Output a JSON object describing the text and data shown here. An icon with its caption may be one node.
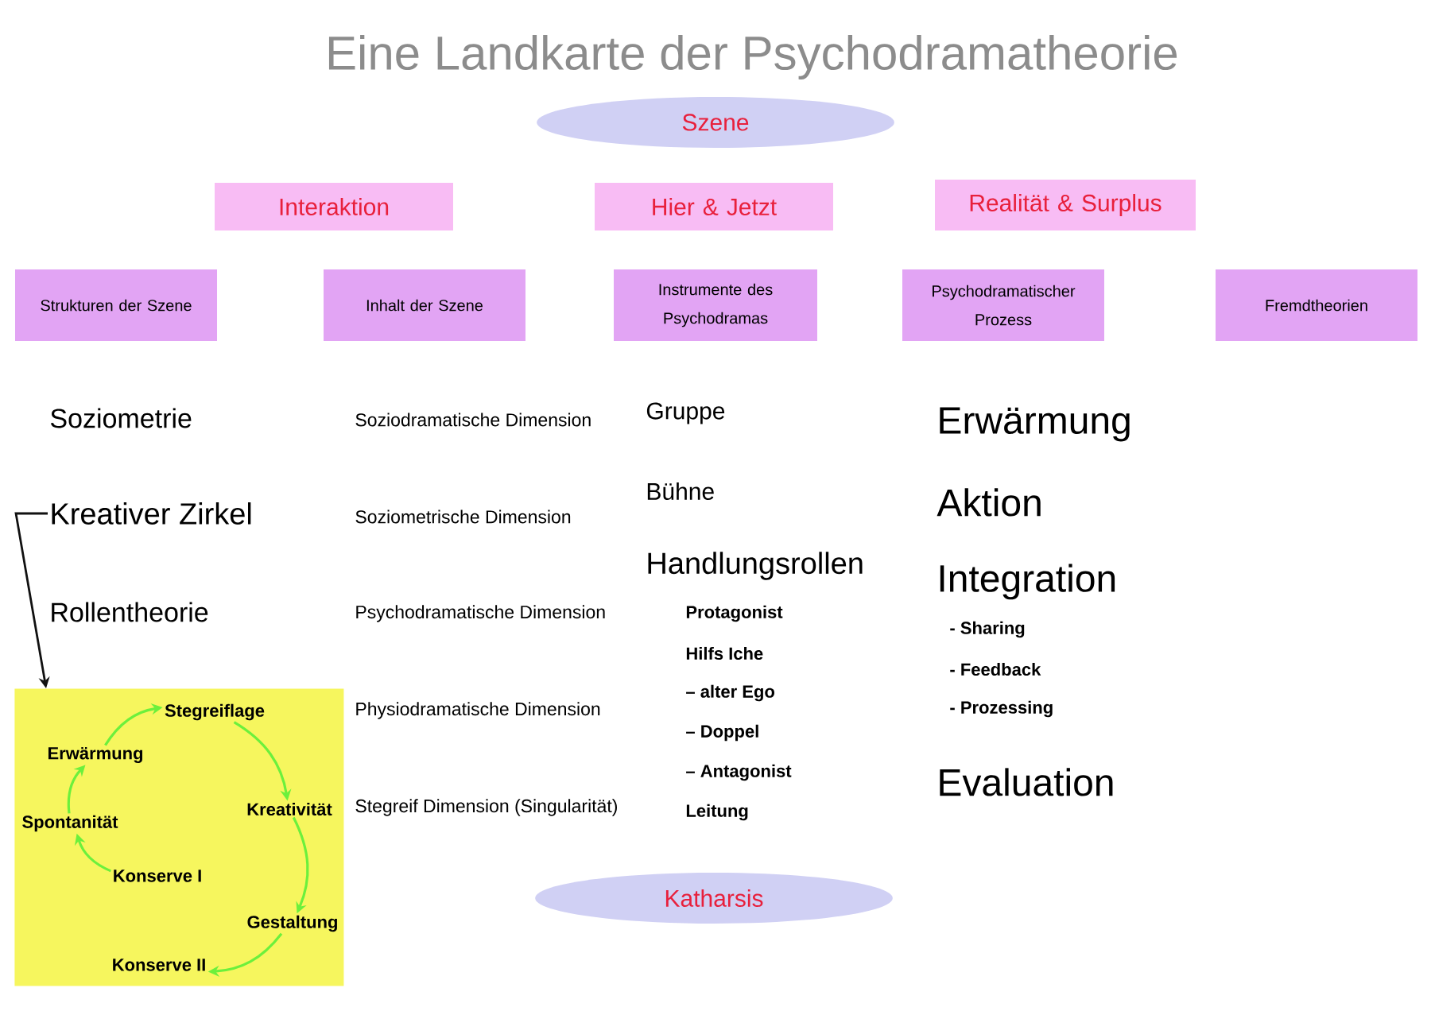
{
  "diagram": {
    "title": "Eine Landkarte der Psychodramatheorie",
    "nodes": [
      {
        "text": [
          "Szene"
        ]
      },
      {
        "text": [
          "Interaktion"
        ]
      },
      {
        "text": [
          "Hier & Jetzt"
        ]
      },
      {
        "text": [
          "Realität & Surplus"
        ]
      },
      {
        "text": [
          "Strukturen der Szene"
        ]
      },
      {
        "text": [
          "Inhalt der Szene"
        ]
      },
      {
        "text": [
          "Instrumente des Psychodramas"
        ]
      },
      {
        "text": [
          "Psychodramatischer Prozess"
        ]
      },
      {
        "text": [
          "Fremdtheorien"
        ]
      },
      {
        "text": [
          "Katharsis"
        ]
      },
      {
        "text": [
          "Kreativer Zirkel"
        ]
      },
      {
        "text": [],
        "shape": "box"
      },
      {
        "text": [
          "Stegreiflage"
        ],
        "in": 11
      },
      {
        "text": [
          "Erwärmung"
        ],
        "in": 11
      },
      {
        "text": [
          "Kreativität"
        ],
        "in": 11
      },
      {
        "text": [
          "Spontanität"
        ],
        "in": 11
      },
      {
        "text": [
          "Konserve I"
        ],
        "in": 11
      },
      {
        "text": [
          "Gestaltung"
        ],
        "in": 11
      },
      {
        "text": [
          "Konserve II"
        ],
        "in": 11
      }
    ],
    "edges": [
      {
        "from": 10,
        "to": 11,
        "arrow": "to",
        "color": "#111111"
      },
      {
        "from": 16,
        "to": 15,
        "arrow": "to"
      },
      {
        "from": 15,
        "to": 13,
        "arrow": "to"
      },
      {
        "from": 13,
        "to": 12,
        "arrow": "to"
      },
      {
        "from": 12,
        "to": 14,
        "arrow": "to"
      },
      {
        "from": 14,
        "to": 17,
        "arrow": "to"
      },
      {
        "from": 17,
        "to": 18,
        "arrow": "to"
      }
    ],
    "labels": [
      "Soziometrie",
      "Rollentheorie",
      "Soziodramatische Dimension",
      "Soziometrische Dimension",
      "Psychodramatische Dimension",
      "Physiodramatische Dimension",
      "Stegreif Dimension (Singularität)",
      "Gruppe",
      "Bühne",
      "Handlungsrollen",
      "Protagonist",
      "Hilfs Iche",
      "– alter Ego",
      "– Doppel",
      "– Antagonist",
      "Leitung",
      "Erwärmung",
      "Aktion",
      "Integration",
      "- Sharing",
      "- Feedback",
      "- Prozessing",
      "Evaluation"
    ]
  }
}
